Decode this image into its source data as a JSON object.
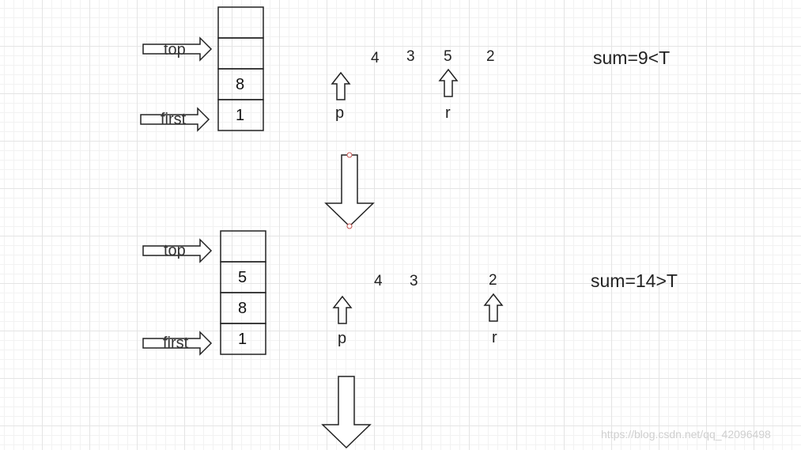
{
  "step1": {
    "stack_cells": [
      "",
      "",
      "8",
      "1"
    ],
    "pointer_labels": {
      "top": "top",
      "first": "first"
    },
    "array": [
      "4",
      "3",
      "5",
      "2"
    ],
    "p_label": "p",
    "r_label": "r",
    "sum": "sum=9<T"
  },
  "step2": {
    "stack_cells": [
      "",
      "5",
      "8",
      "1"
    ],
    "pointer_labels": {
      "top": "top",
      "first": "first"
    },
    "array": [
      "4",
      "3",
      "2"
    ],
    "p_label": "p",
    "r_label": "r",
    "sum": "sum=14>T"
  },
  "watermark": "https://blog.csdn.net/qq_42096498",
  "colors": {
    "stroke": "#222222",
    "handle": "#c0504d"
  }
}
